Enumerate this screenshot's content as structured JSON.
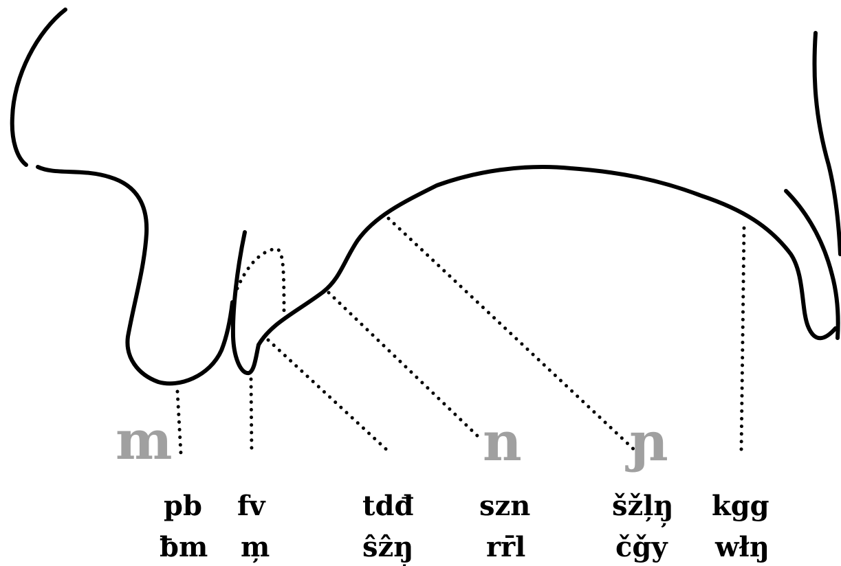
{
  "diagram": {
    "nasal_labels": [
      {
        "id": "bilabial",
        "text": "m"
      },
      {
        "id": "alveolar",
        "text": "n"
      },
      {
        "id": "palatal",
        "text": "ɲ"
      }
    ],
    "articulation_columns": [
      {
        "id": "bilabial",
        "row1": "pb",
        "row2": "ƀm"
      },
      {
        "id": "labiodental",
        "row1": "fv",
        "row2": "m̦"
      },
      {
        "id": "dental",
        "row1": "tdđ",
        "row2": "ŝẑŋ̦"
      },
      {
        "id": "alveolar",
        "row1": "szn",
        "row2": "rr̄l"
      },
      {
        "id": "palatal",
        "row1": "šžl̦ŋ̦",
        "row2": "čǧy"
      },
      {
        "id": "velar",
        "row1": "kgg",
        "row2": "włŋ"
      }
    ]
  }
}
